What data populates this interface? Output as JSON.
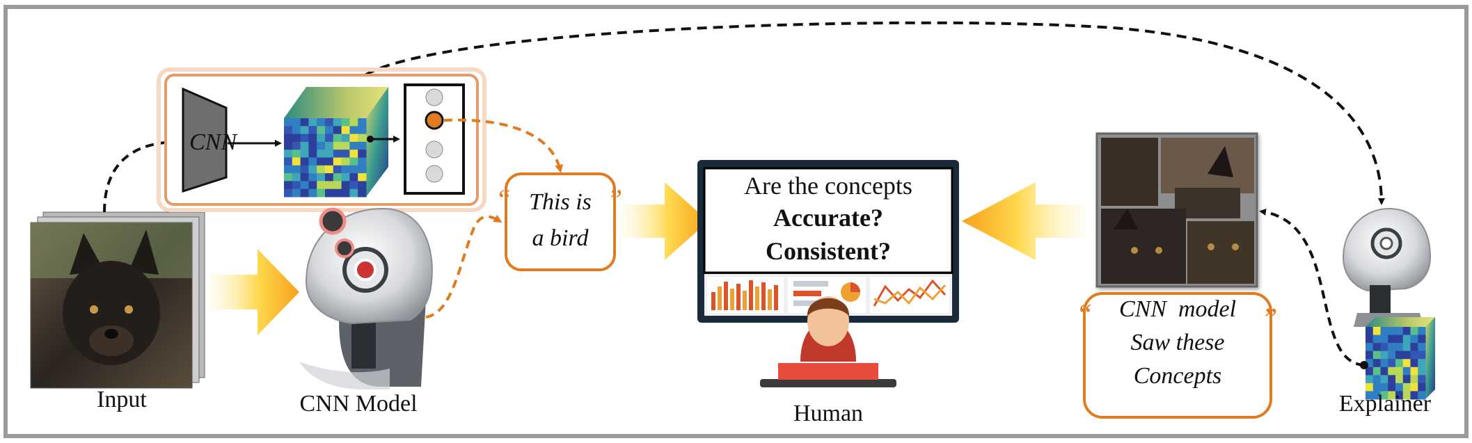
{
  "labels": {
    "input": "Input",
    "cnn_model": "CNN Model",
    "human": "Human",
    "explainer": "Explainer",
    "cnn_block": "CNN"
  },
  "bubbles": {
    "prediction_line1": "This is",
    "prediction_line2": "a bird",
    "concepts_line1": "CNN  model",
    "concepts_line2": "Saw these",
    "concepts_line3": "Concepts"
  },
  "monitor": {
    "question": "Are the concepts",
    "criterion_1": "Accurate?",
    "criterion_2": "Consistent?"
  },
  "colors": {
    "accent_orange": "#e07b1f",
    "pipeline_box_border": "#e59a68",
    "cnn_block_fill": "#6e6e6e",
    "monitor_frame": "#1b2a3a",
    "arrow_yellow": "#ffd23c"
  }
}
